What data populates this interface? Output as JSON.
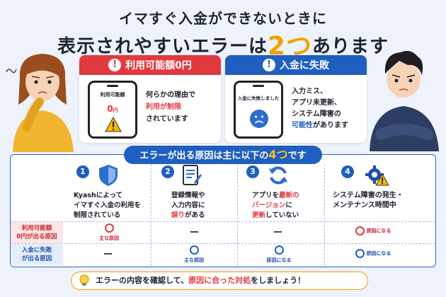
{
  "title": {
    "line1": "イマすぐ入金ができないときに",
    "line2_pre": "表示されやすいエラーは",
    "line2_num": "2つ",
    "line2_post": "あります"
  },
  "cards": [
    {
      "head": "利用可能額0円",
      "phone_text": "利用可能額",
      "phone_zero": "0",
      "phone_unit": "円",
      "desc1": "何らかの理由で",
      "desc2": "利用が制限",
      "desc3": "されています"
    },
    {
      "head": "入金に失敗",
      "phone_text": "入金に失敗しました",
      "desc1": "入力ミス、",
      "desc2": "アプリ未更新、",
      "desc3": "システム障害の",
      "desc4": "可能性",
      "desc5": "があります"
    }
  ],
  "causes": {
    "header_pre": "エラーが出る原因は主に以下の",
    "header_num": "4つ",
    "header_post": "です",
    "items": [
      {
        "num": "1",
        "l1": "Kyashによって",
        "l2": "イマすぐ入金の利用を",
        "l3": "制限されている"
      },
      {
        "num": "2",
        "l1": "登録情報や",
        "l2": "入力内容に",
        "l3a": "誤り",
        "l3b": "がある"
      },
      {
        "num": "3",
        "l1a": "アプリを",
        "l1b": "最新の",
        "l2": "バージョン",
        "l2b": "に",
        "l3a": "更新",
        "l3b": "していない"
      },
      {
        "num": "4",
        "l1": "システム障害の発生・",
        "l2": "メンテナンス時間中"
      }
    ],
    "rows": [
      {
        "label1": "利用可能額",
        "label2": "0円が出る原因",
        "c1": "主な原因",
        "c4": "原因になる"
      },
      {
        "label1": "入金に失敗",
        "label2": "が出る原因",
        "c2": "主な原因",
        "c3": "原因になる",
        "c4": "原因になる"
      }
    ],
    "dash": "ー"
  },
  "bottom": {
    "pre": "エラーの内容を確認して、",
    "red": "原因に合った対処",
    "post": "をしましょう！"
  },
  "colors": {
    "red": "#e0393e",
    "blue": "#1f5fbf",
    "accent": "#f5a000"
  }
}
